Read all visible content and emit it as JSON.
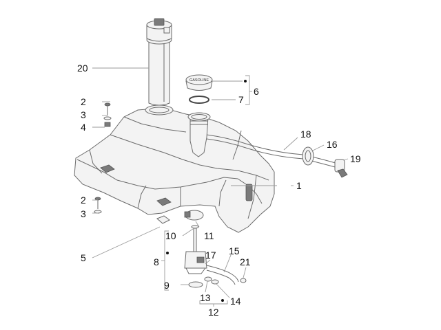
{
  "callouts": [
    {
      "id": "c1",
      "text": "1"
    },
    {
      "id": "c2a",
      "text": "2"
    },
    {
      "id": "c2b",
      "text": "2"
    },
    {
      "id": "c3a",
      "text": "3"
    },
    {
      "id": "c3b",
      "text": "3"
    },
    {
      "id": "c4",
      "text": "4"
    },
    {
      "id": "c5",
      "text": "5"
    },
    {
      "id": "c6",
      "text": "6"
    },
    {
      "id": "c7",
      "text": "7"
    },
    {
      "id": "c8",
      "text": "8"
    },
    {
      "id": "c9",
      "text": "9"
    },
    {
      "id": "c10",
      "text": "10"
    },
    {
      "id": "c11",
      "text": "11"
    },
    {
      "id": "c12",
      "text": "12"
    },
    {
      "id": "c13",
      "text": "13"
    },
    {
      "id": "c14",
      "text": "14"
    },
    {
      "id": "c15",
      "text": "15"
    },
    {
      "id": "c16",
      "text": "16"
    },
    {
      "id": "c17",
      "text": "17"
    },
    {
      "id": "c18",
      "text": "18"
    },
    {
      "id": "c19",
      "text": "19"
    },
    {
      "id": "c20",
      "text": "20"
    },
    {
      "id": "c21",
      "text": "21"
    }
  ],
  "cap_text": "GASOLINE",
  "colors": {
    "line": "#6a6a6a",
    "leader": "#9a9a9a",
    "text": "#111111",
    "fill": "#f3f3f3"
  }
}
